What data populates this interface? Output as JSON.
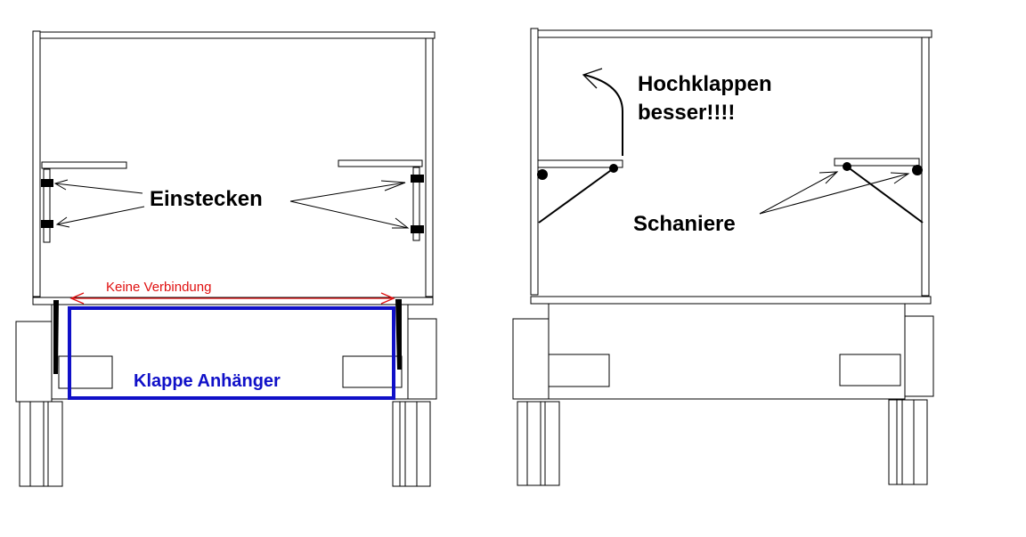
{
  "labels": {
    "einstecken": "Einstecken",
    "keine_verbindung": "Keine Verbindung",
    "klappe_anhaenger": "Klappe Anhänger",
    "hochklappen_line1": "Hochklappen",
    "hochklappen_line2": "besser!!!!",
    "schaniere": "Schaniere"
  },
  "colors": {
    "outline": "#000000",
    "annotation_red": "#e01010",
    "trailer_flap_blue": "#1010c8",
    "background": "#ffffff"
  }
}
